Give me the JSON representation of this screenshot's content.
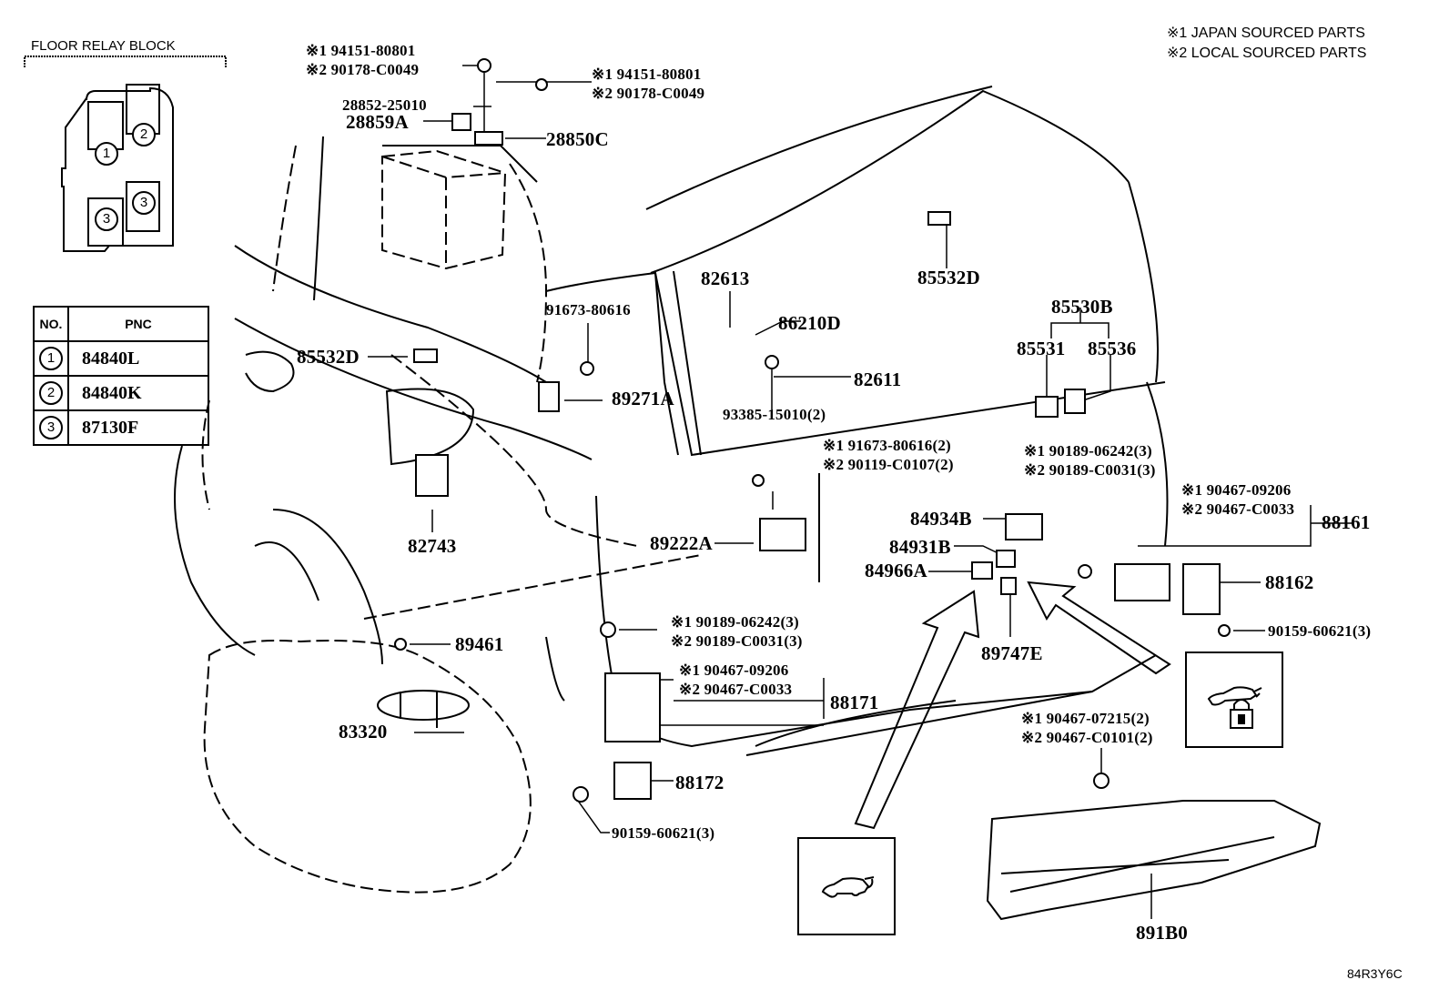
{
  "legend_notes": [
    {
      "mark": "※1",
      "text": "JAPAN SOURCED PARTS"
    },
    {
      "mark": "※2",
      "text": "LOCAL SOURCED PARTS"
    }
  ],
  "relay_block": {
    "title": "FLOOR RELAY BLOCK",
    "slots": [
      "1",
      "2",
      "3",
      "3"
    ]
  },
  "pnc_table": {
    "headers": [
      "NO.",
      "PNC"
    ],
    "rows": [
      {
        "no": "1",
        "pnc": "84840L"
      },
      {
        "no": "2",
        "pnc": "84840K"
      },
      {
        "no": "3",
        "pnc": "87130F"
      }
    ]
  },
  "callouts": {
    "top_nut_1": "※1 94151-80801",
    "top_nut_2": "※2 90178-C0049",
    "right_nut_1": "※1 94151-80801",
    "right_nut_2": "※2 90178-C0049",
    "p28852": "28852-25010",
    "p28859A": "28859A",
    "p28850C": "28850C",
    "p85532D_top": "85532D",
    "p82613": "82613",
    "p86210D": "86210D",
    "p91673": "91673-80616",
    "p85532D_left": "85532D",
    "p82611": "82611",
    "p89271A": "89271A",
    "p93385": "93385-15010(2)",
    "p85530B": "85530B",
    "p85531": "85531",
    "p85536": "85536",
    "clip_a_1": "※1 91673-80616(2)",
    "clip_a_2": "※2 90119-C0107(2)",
    "clip_b_1": "※1 90189-06242(3)",
    "clip_b_2": "※2 90189-C0031(3)",
    "bolt_r_1": "※1 90467-09206",
    "bolt_r_2": "※2 90467-C0033",
    "p88161": "88161",
    "p84934B": "84934B",
    "p89222A": "89222A",
    "p84931B": "84931B",
    "p84966A": "84966A",
    "p88162": "88162",
    "p82743": "82743",
    "p90159_r": "90159-60621(3)",
    "p89461": "89461",
    "clip_c_1": "※1 90189-06242(3)",
    "clip_c_2": "※2 90189-C0031(3)",
    "p89747E": "89747E",
    "bolt_l_1": "※1 90467-09206",
    "bolt_l_2": "※2 90467-C0033",
    "p88171": "88171",
    "p83320": "83320",
    "bolt_b_1": "※1 90467-07215(2)",
    "bolt_b_2": "※2 90467-C0101(2)",
    "p88172": "88172",
    "p90159_l": "90159-60621(3)",
    "p891B0": "891B0"
  },
  "icons": {
    "lock_box": "vehicle-lock-icon",
    "vehicle_box": "vehicle-icon"
  },
  "diagram_code": "84R3Y6C"
}
